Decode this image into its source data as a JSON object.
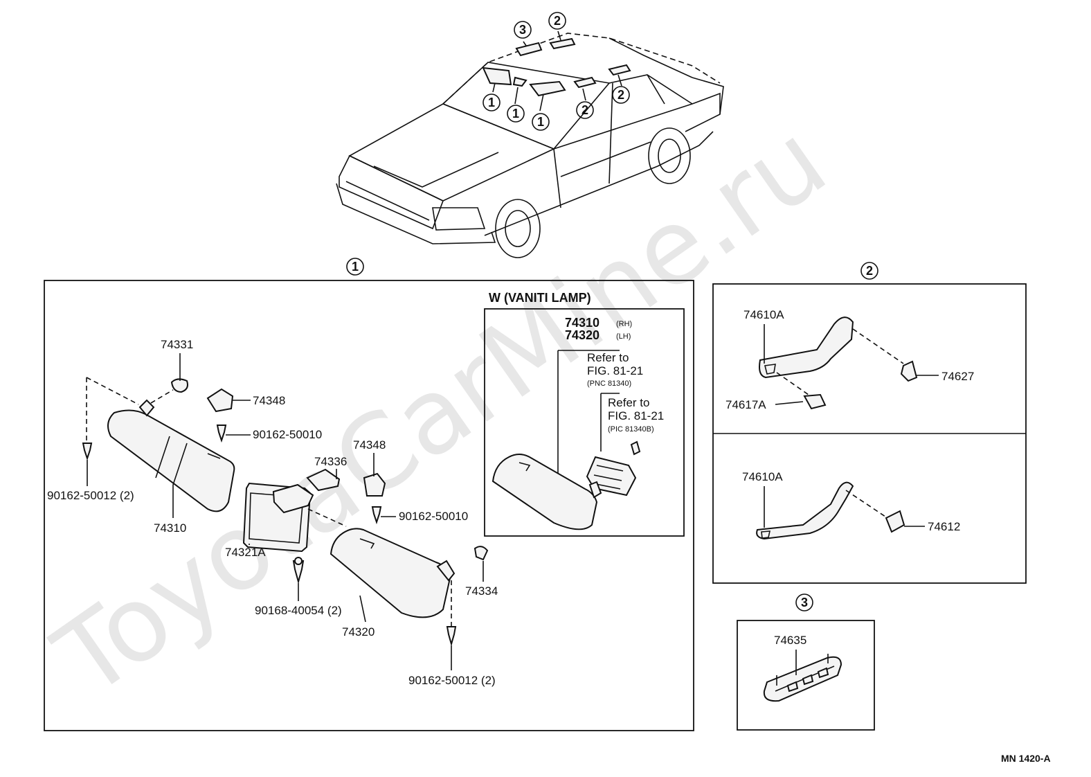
{
  "watermark": "ToyotaCarMine.ru",
  "callouts": {
    "c1": "1",
    "c2": "2",
    "c3": "3"
  },
  "section1": {
    "inset_title": "W (VANITI LAMP)",
    "parts": {
      "p74331": "74331",
      "p74348a": "74348",
      "p90162_50010a": "90162-50010",
      "p90162_50012a": "90162-50012 (2)",
      "p74310": "74310",
      "p74336": "74336",
      "p74348b": "74348",
      "p90162_50010b": "90162-50010",
      "p74321A": "74321A",
      "p90168_40054": "90168-40054 (2)",
      "p74320": "74320",
      "p74334": "74334",
      "p90162_50012b": "90162-50012 (2)"
    },
    "inset": {
      "pn1": "74310",
      "pn1_side": "(RH)",
      "pn2": "74320",
      "pn2_side": "(LH)",
      "ref1_a": "Refer to",
      "ref1_b": "FIG. 81-21",
      "ref1_c": "(PNC 81340)",
      "ref2_a": "Refer to",
      "ref2_b": "FIG. 81-21",
      "ref2_c": "(PIC 81340B)"
    }
  },
  "section2": {
    "upper": {
      "grip": "74610A",
      "cover_r": "74627",
      "cover_l": "74617A"
    },
    "lower": {
      "grip": "74610A",
      "cover": "74612"
    }
  },
  "section3": {
    "part": "74635"
  },
  "footer_code": "MN 1420-A"
}
